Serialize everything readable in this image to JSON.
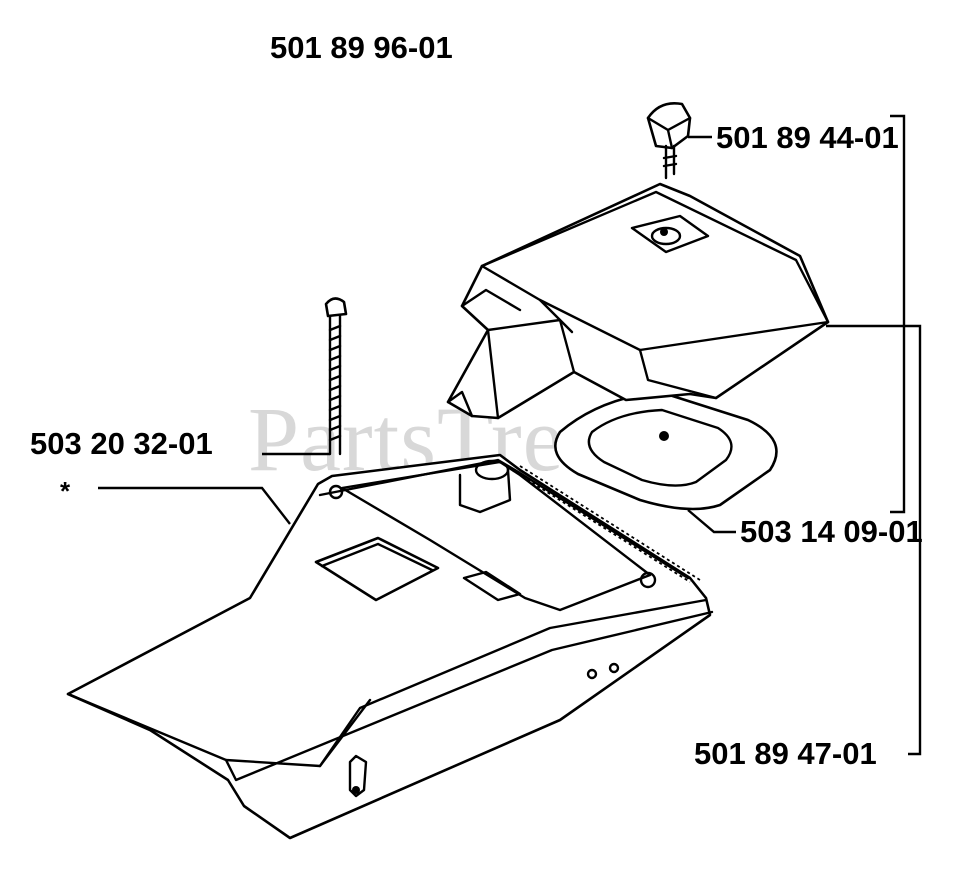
{
  "watermark": "PartsTree",
  "labels": {
    "assembly": "501 89 96-01",
    "knob": "501 89 44-01",
    "screw": "503 20 32-01",
    "note_mark": "*",
    "gasket": "503 14 09-01",
    "cover_kit": "501 89 47-01"
  }
}
